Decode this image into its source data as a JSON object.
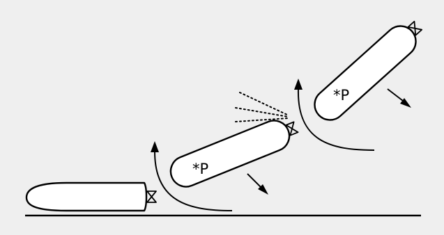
{
  "cylinders": [
    {
      "label": "",
      "state": "resting"
    },
    {
      "label": "*P",
      "state": "launching"
    },
    {
      "label": "*P",
      "state": "airborne"
    }
  ]
}
